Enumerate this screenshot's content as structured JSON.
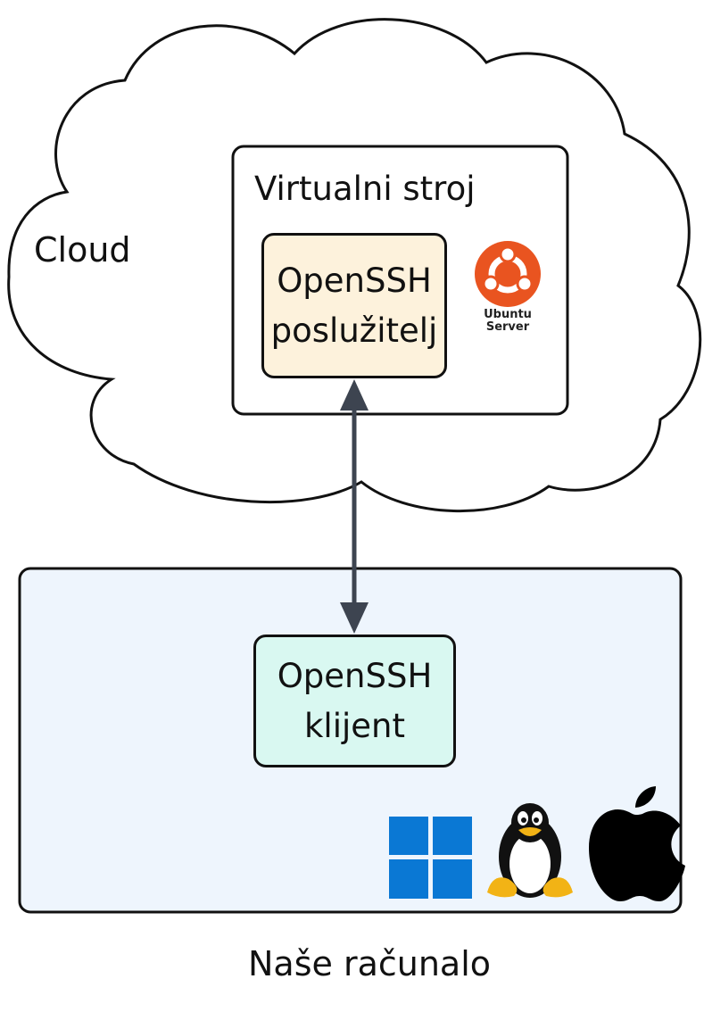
{
  "cloud": {
    "label": "Cloud"
  },
  "virtual_machine": {
    "label": "Virtualni stroj"
  },
  "server": {
    "line1": "OpenSSH",
    "line2": "poslužitelj"
  },
  "ubuntu_logo": {
    "line1": "Ubuntu",
    "line2": "Server",
    "color": "#e95420"
  },
  "client": {
    "line1": "OpenSSH",
    "line2": "klijent"
  },
  "computer": {
    "label": "Naše računalo"
  },
  "colors": {
    "server_fill": "#fdf2dc",
    "client_fill": "#d9f8f1",
    "computer_fill": "#eef5fd",
    "arrow": "#3d4450",
    "windows": "#0a78d4"
  },
  "os_icons": [
    "windows-icon",
    "linux-tux-icon",
    "apple-icon"
  ]
}
